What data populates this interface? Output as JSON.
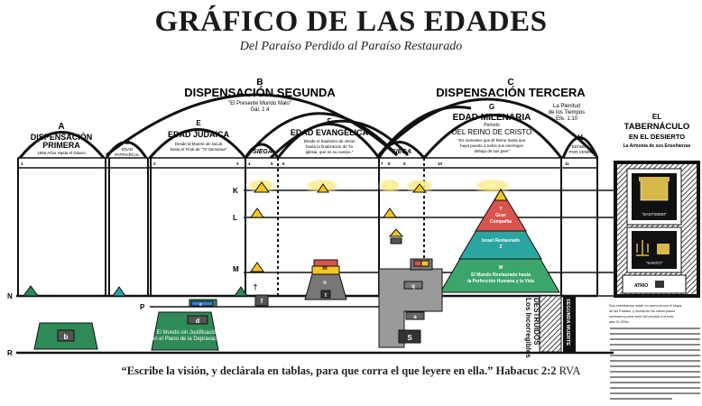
{
  "header": {
    "title": "GRÁFICO DE LAS EDADES",
    "subtitle": "Del Paraíso Perdido al Paraíso Restaurado"
  },
  "dispensations": {
    "a": {
      "letter": "A",
      "name_1": "DISPENSACIÓN",
      "name_2": "PRIMERA",
      "note": "1656 Años Hasta el Diluvio"
    },
    "b": {
      "letter": "B",
      "name": "DISPENSACIÓN SEGUNDA",
      "note_1": "\"El Presente Mundo Malo\"",
      "note_2": "Gál. 1:4"
    },
    "c": {
      "letter": "C",
      "name": "DISPENSACIÓN TERCERA",
      "note_1": "La Plenitud",
      "note_2": "de los Tiempos",
      "note_3": "Efe. 1:10"
    }
  },
  "ages": {
    "d": {
      "letter": "D",
      "name_1": "EDAD",
      "name_2": "PATRIARCAL"
    },
    "e": {
      "letter": "E",
      "name": "EDAD JUDAICA",
      "note_1": "Desde la Muerte de Jacob",
      "note_2": "hasta el Final de \"70 Semanas\""
    },
    "f": {
      "letter": "F",
      "name": "EDAD EVANGÉLICA",
      "note_1": "Desde el bautismo de Jesús",
      "note_2": "hasta la finalización de \"la",
      "note_3": "iglesia, que es su cuerpo.\""
    },
    "g": {
      "letter": "G",
      "name": "EDAD MILENARIA",
      "note_1": "Período",
      "note_2": "DEL REINO DE CRISTO",
      "note_3": "\"Es menester que El Reine hasta que",
      "note_4": "haya puesto a todos sus enemigos",
      "note_5": "debajo de sus pies\""
    },
    "h": {
      "letter": "H",
      "name_1": "EDADES",
      "name_2": "POR VENIR"
    }
  },
  "harvest": {
    "label_1": "SIEGA",
    "label_2": "SIEGA"
  },
  "numbers": [
    "1",
    "2",
    "3",
    "4",
    "5",
    "6",
    "7",
    "8",
    "9",
    "10",
    "11"
  ],
  "planes": {
    "k": "K",
    "l": "L",
    "m": "M",
    "n": "N",
    "p": "P",
    "r": "R"
  },
  "pyramid": {
    "top_1": "Y",
    "top_2": "Gran",
    "top_3": "Compañía",
    "mid_1": "Israel Restaurado",
    "mid_2": "Z",
    "base_1": "W",
    "base_2": "El Mundo Restaurado hasta",
    "base_3": "la Perfección Humana y la Vida"
  },
  "figures": {
    "b": "b",
    "d": "d",
    "e": "e",
    "f": "f",
    "m": "m",
    "n": "n",
    "t": "t",
    "q": "q",
    "s": "S",
    "a": "a",
    "d_text_1": "El Mundo sin Justificación",
    "d_text_2": "en el Plano de la Depravación"
  },
  "destroyed": {
    "line_1": "Los Incorregibles",
    "line_2": "DESTRUIDOS"
  },
  "second_death": "SEGUNDA MUERTE",
  "tabernacle": {
    "title_1": "EL",
    "title_2": "TABERNÁCULO",
    "title_3": "EN EL DESIERTO",
    "subtitle": "La Armonía de sus Enseñanzas",
    "holiest": "\"SANTISIMO\"",
    "holy": "\"SANTO\"",
    "court": "ATRIO",
    "text_1": "Sus enseñanzas están en armonía con el Mapa",
    "text_2": "de las Edades, y muestran los varios pasos",
    "text_3": "necesarios para subir del pecado a la más",
    "text_4": "alta GLORIA."
  },
  "quote": {
    "text": "“Escribe la visión, y declárala en tablas, para que corra el que leyere en ella.” Habacuc 2:2",
    "version": "RVA"
  },
  "colors": {
    "green": "#2e8b57",
    "teal": "#2aa5a0",
    "red": "#d9534f",
    "blue": "#3a7bd5",
    "yellow": "#f3c623",
    "gray": "#8a8a8a",
    "dark": "#1a1a1a"
  }
}
